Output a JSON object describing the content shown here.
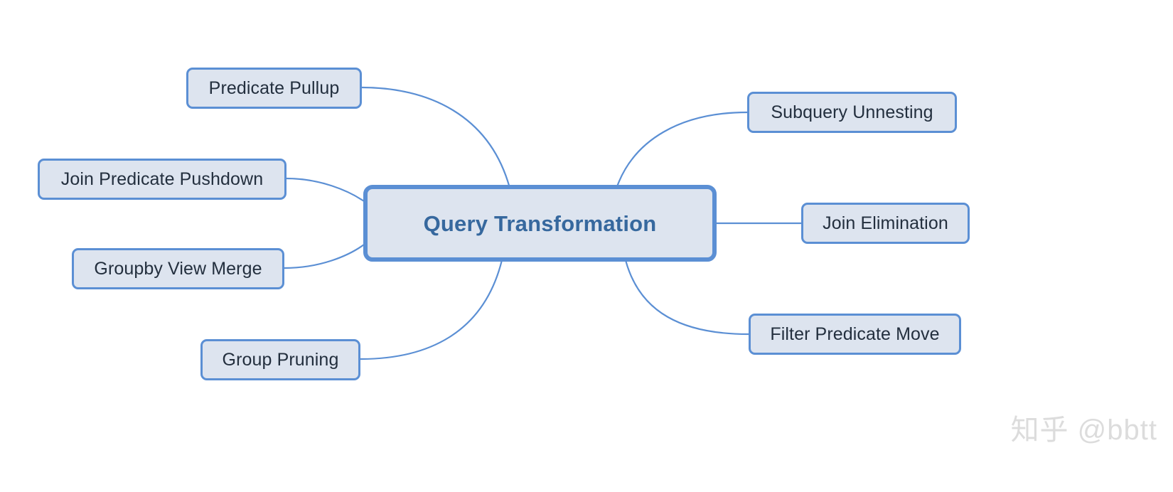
{
  "diagram": {
    "type": "mind-map",
    "title": "Query Transformation",
    "colors": {
      "node_fill": "#dde4ef",
      "node_border": "#5b8fd4",
      "node_text": "#232f3e",
      "central_text": "#36689e",
      "edge": "#5b8fd4",
      "background": "#ffffff",
      "watermark": "#dcdcdc"
    },
    "central": {
      "label": "Query Transformation"
    },
    "branches_left": [
      {
        "label": "Predicate Pullup"
      },
      {
        "label": "Join Predicate Pushdown"
      },
      {
        "label": "Groupby View Merge"
      },
      {
        "label": "Group Pruning"
      }
    ],
    "branches_right": [
      {
        "label": "Subquery Unnesting"
      },
      {
        "label": "Join Elimination"
      },
      {
        "label": "Filter Predicate Move"
      }
    ]
  },
  "watermark": {
    "text": "知乎 @bbtt"
  }
}
